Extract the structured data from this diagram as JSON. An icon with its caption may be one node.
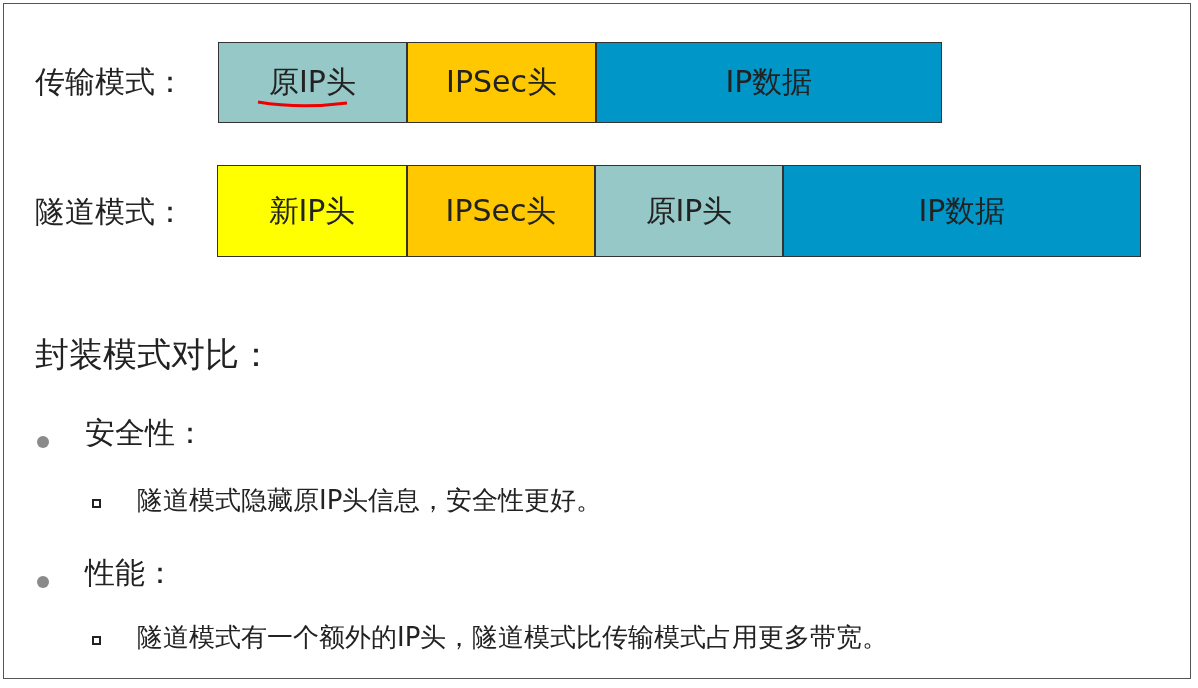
{
  "diagram": {
    "nodes": [
      {
        "text": [
          "原IP头"
        ]
      },
      {
        "text": [
          "IPSec头"
        ]
      },
      {
        "text": [
          "IP数据"
        ]
      },
      {
        "text": [
          "新IP头"
        ]
      },
      {
        "text": [
          "IPSec头"
        ]
      },
      {
        "text": [
          "原IP头"
        ]
      },
      {
        "text": [
          "IP数据"
        ]
      }
    ],
    "labels": [
      "传输模式：",
      "隧道模式：",
      "封装模式对比：",
      "安全性：",
      "隧道模式隐藏原IP头信息，安全性更好。",
      "性能：",
      "隧道模式有一个额外的IP头，隧道模式比传输模式占用更多带宽。"
    ]
  }
}
